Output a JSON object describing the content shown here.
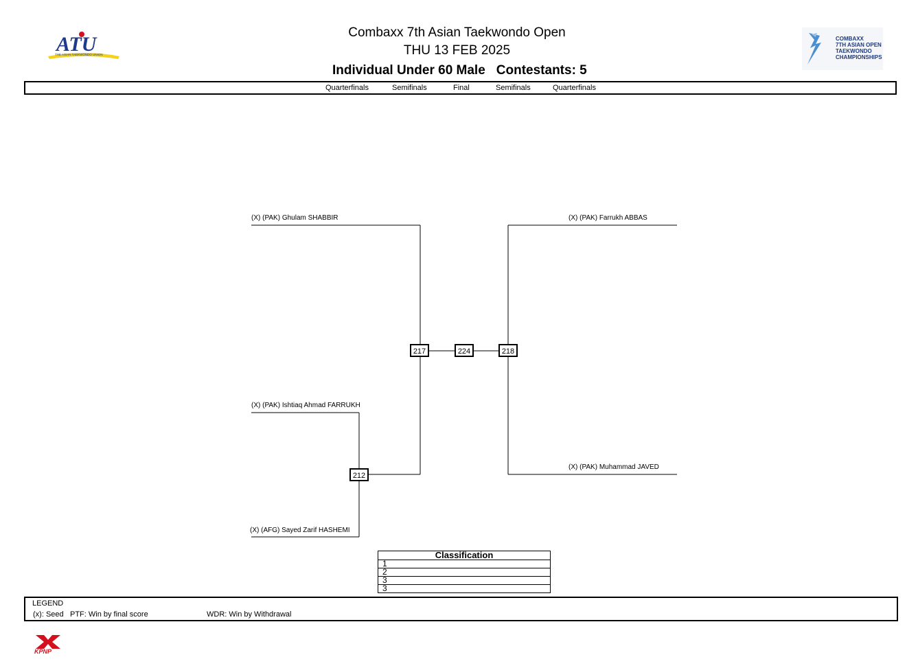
{
  "header": {
    "event_title": "Combaxx 7th Asian Taekwondo Open",
    "date": "THU 13 FEB 2025",
    "category": "Individual Under 60 Male",
    "contestants": "Contestants: 5"
  },
  "rounds": [
    "Quarterfinals",
    "Semifinals",
    "Final",
    "Semifinals",
    "Quarterfinals"
  ],
  "players": {
    "left_top": "(X) (PAK) Ghulam SHABBIR",
    "left_mid": "(X) (PAK) Ishtiaq Ahmad FARRUKH",
    "left_bottom": "(X) (AFG) Sayed Zarif HASHEMI",
    "right_top": "(X) (PAK) Farrukh ABBAS",
    "right_bottom": "(X) (PAK) Muhammad JAVED"
  },
  "matches": {
    "left_semifinal": "217",
    "final": "224",
    "right_semifinal": "218",
    "left_quarterfinal": "212"
  },
  "classification": {
    "title": "Classification",
    "places": [
      "1",
      "2",
      "3",
      "3"
    ]
  },
  "legend": {
    "title": "LEGEND",
    "seed": "(x): Seed",
    "ptf": "PTF: Win by final score",
    "wdr": "WDR: Win by Withdrawal"
  },
  "logos": {
    "left": "ATU",
    "left_caption": "THE ASIAN TAEKWONDO UNION",
    "right_lines": [
      "COMBAXX",
      "7TH ASIAN OPEN",
      "TAEKWONDO",
      "CHAMPIONSHIPS"
    ],
    "footer": "KPNP"
  },
  "colors": {
    "atu_red": "#d4101e",
    "atu_blue": "#1e3a8c",
    "atu_yellow": "#f2d21b",
    "combaxx_blue": "#1e3a7a",
    "kpnp_red": "#d4101e"
  }
}
